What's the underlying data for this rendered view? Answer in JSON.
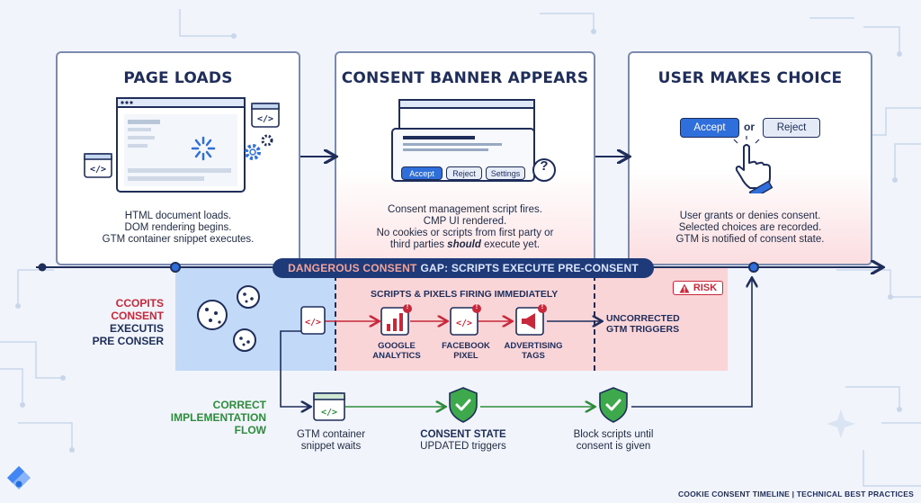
{
  "stages": [
    {
      "title": "PAGE LOADS",
      "desc": [
        "HTML document loads.",
        "DOM rendering begins.",
        "GTM container snippet executes."
      ]
    },
    {
      "title": "CONSENT BANNER APPEARS",
      "desc": [
        "Consent management script fires.",
        "CMP UI rendered.",
        "No cookies or scripts from first party or",
        "third parties should execute yet."
      ],
      "desc_emphasis": "should",
      "banner_buttons": {
        "accept": "Accept",
        "reject": "Reject",
        "settings": "Settings"
      },
      "help_glyph": "?"
    },
    {
      "title": "USER MAKES CHOICE",
      "desc": [
        "User grants or denies consent.",
        "Selected choices are recorded.",
        "GTM is notified of consent state."
      ],
      "accept": "Accept",
      "or": "or",
      "reject": "Reject"
    }
  ],
  "gap_banner": {
    "highlight": "DANGEROUS CONSENT",
    "rest": "GAP: SCRIPTS EXECUTE PRE-CONSENT"
  },
  "left_label_red": [
    "CCOPITS",
    "CONSENT"
  ],
  "left_label_dark": [
    "EXECUTIS",
    "PRE CONSER"
  ],
  "firing_title": "SCRIPTS & PIXELS FIRING IMMEDIATELY",
  "firing_tags": [
    {
      "label": [
        "GOOGLE",
        "ANALYTICS"
      ],
      "icon": "bar-chart-icon"
    },
    {
      "label": [
        "FACEBOOK",
        "PIXEL"
      ],
      "icon": "code-icon"
    },
    {
      "label": [
        "ADVERTISING",
        "TAGS"
      ],
      "icon": "megaphone-icon"
    }
  ],
  "alert_glyph": "!",
  "uncorrected": [
    "UNCORRECTED",
    "GTM TRIGGERS"
  ],
  "risk_label": "RISK",
  "correct_flow_label": [
    "CORRECT",
    "IMPLEMENTATION",
    "FLOW"
  ],
  "correct_steps": [
    {
      "label": [
        "GTM container",
        "snippet waits"
      ]
    },
    {
      "label_bold": "CONSENT STATE",
      "label_rest": "UPDATED triggers"
    },
    {
      "label": [
        "Block scripts until",
        "consent is given"
      ]
    }
  ],
  "footer": "COOKIE CONSENT TIMELINE  |  TECHNICAL BEST PRACTICES",
  "colors": {
    "navy": "#1e2d5a",
    "red": "#c8283a",
    "green": "#2e8b3c",
    "blue_btn": "#2f6fdb"
  }
}
